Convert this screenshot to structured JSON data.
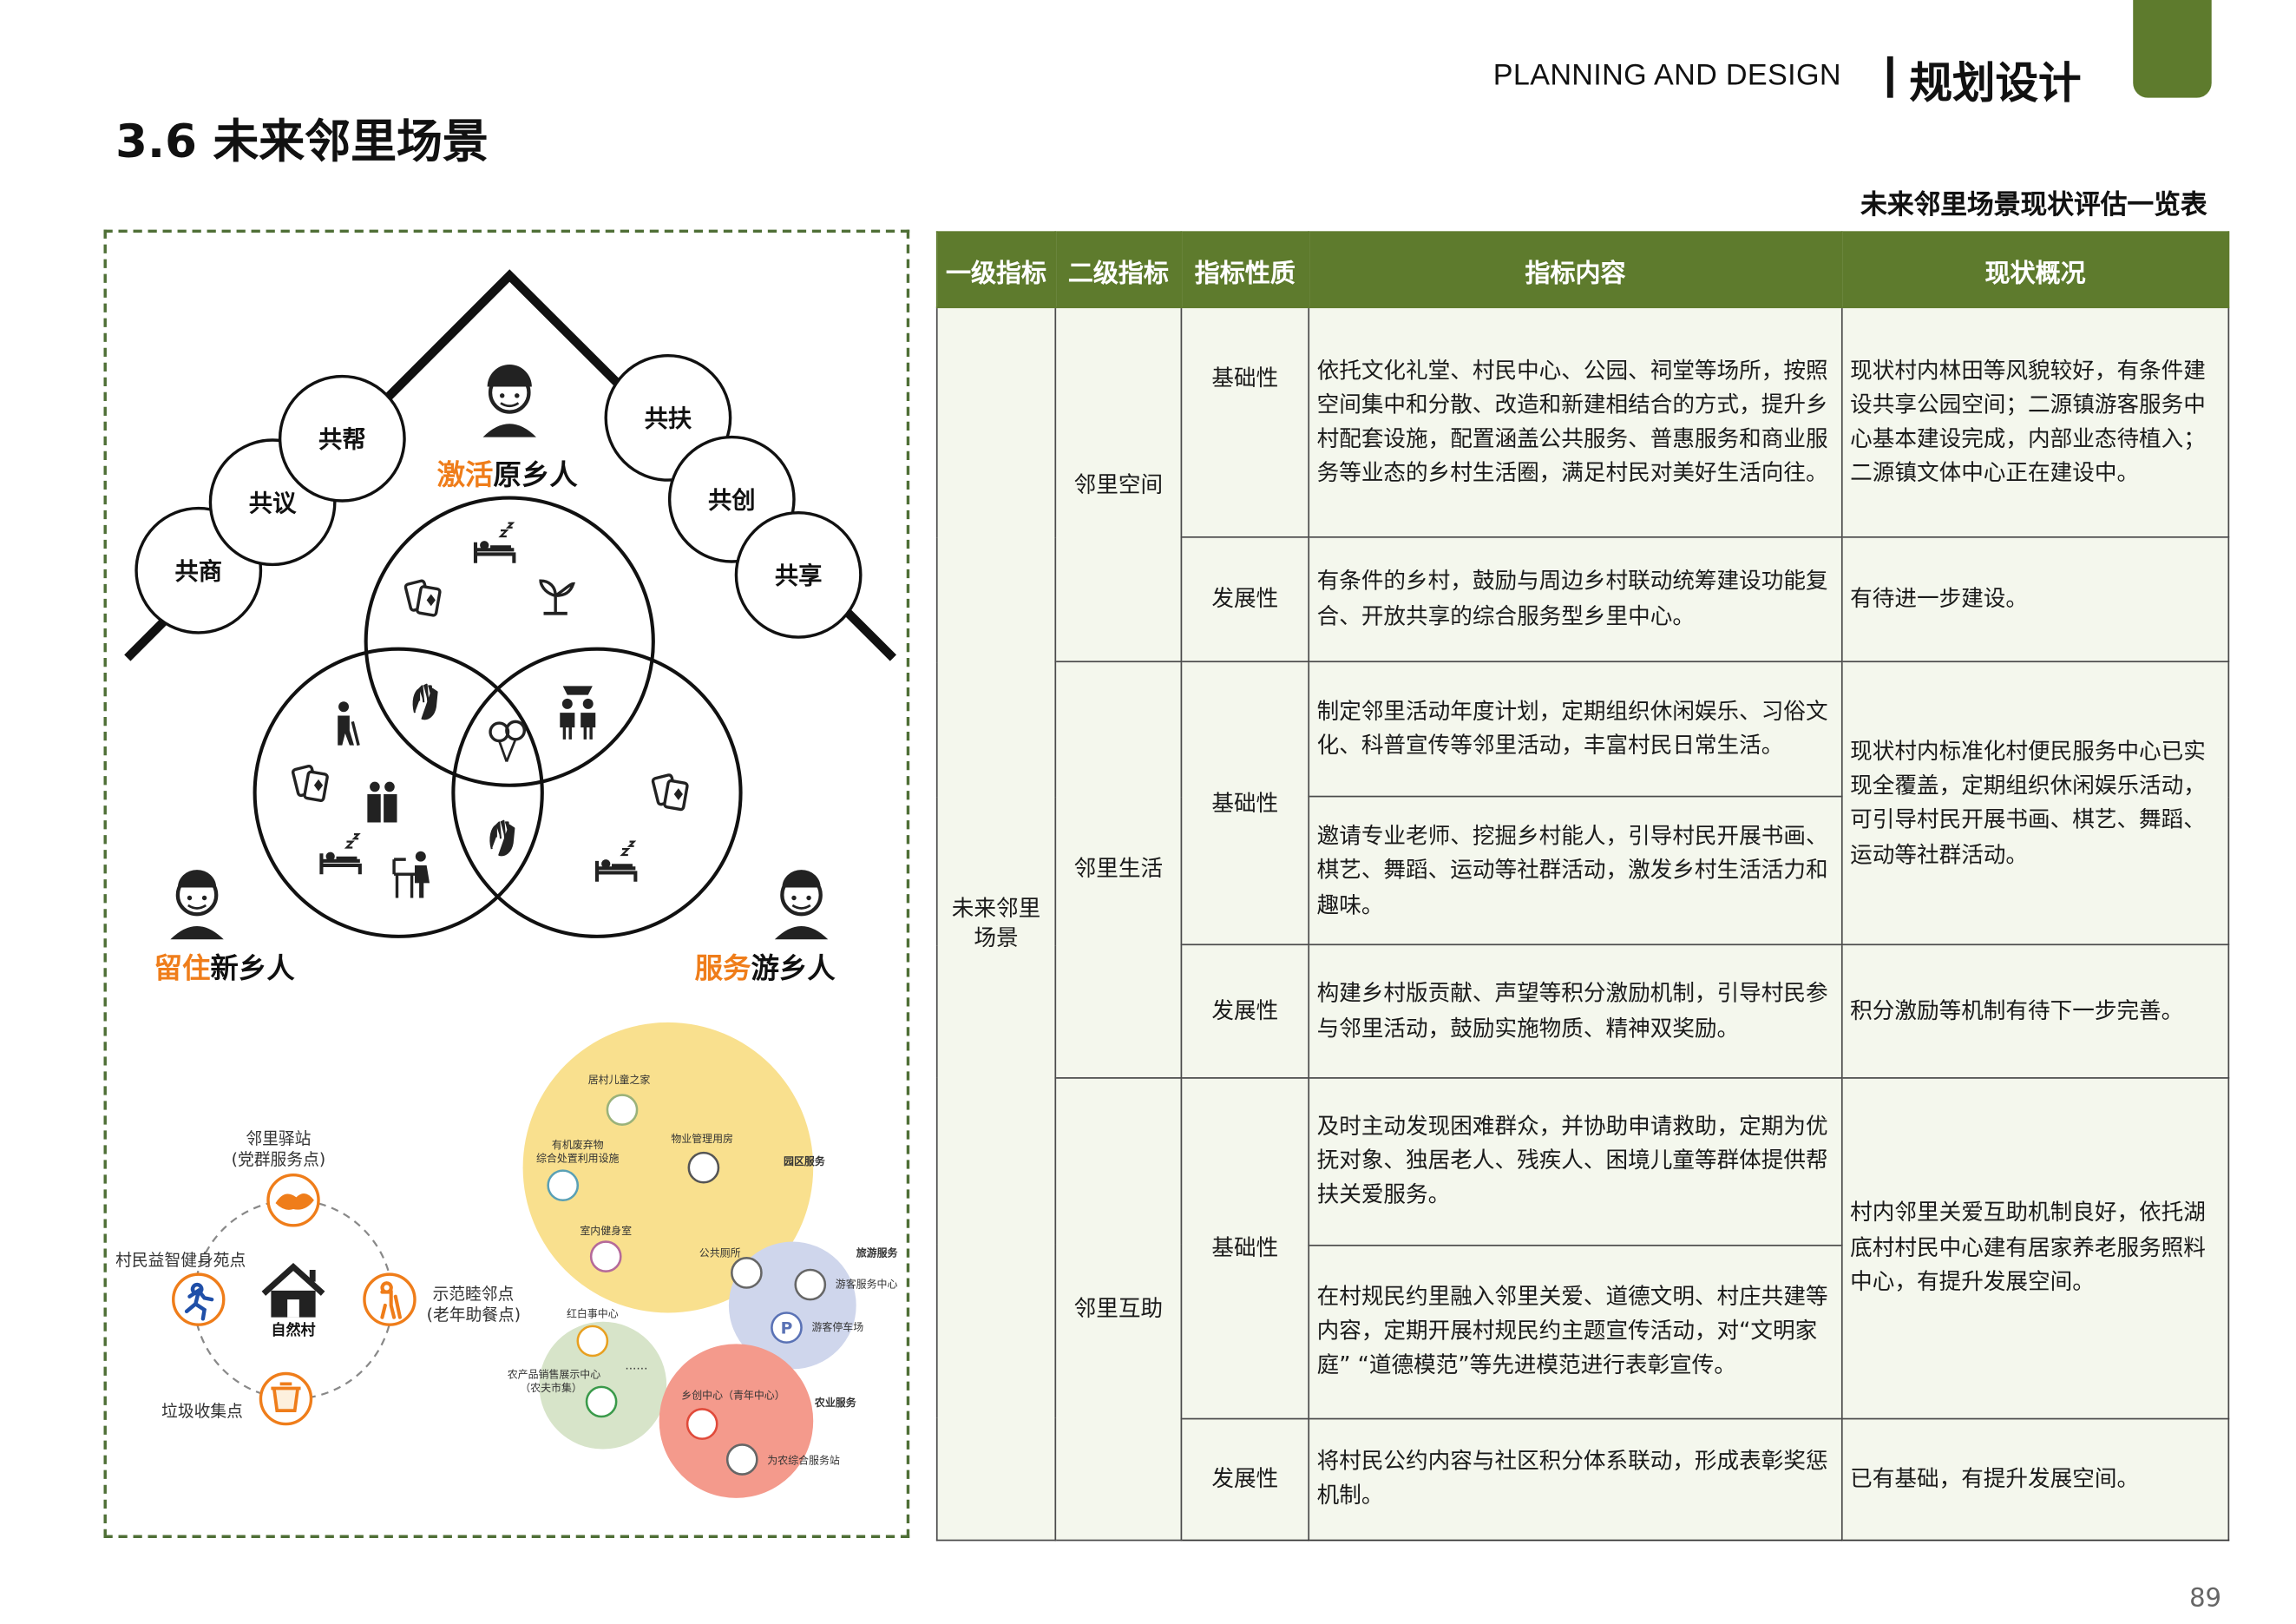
{
  "header": {
    "english": "PLANNING AND DESIGN",
    "chinese": "规划设计"
  },
  "section_title": "3.6 未来邻里场景",
  "table_title": "未来邻里场景现状评估一览表",
  "page_number": "89",
  "colors": {
    "brand_green": "#5e7b2d",
    "table_bg": "#f4f7ed",
    "orange": "#ef7d1a",
    "yellow_circle": "#f9e08e",
    "green_circle": "#d7e4c9",
    "blue_circle": "#cfd6ec",
    "red_circle": "#f49a8c"
  },
  "diagram": {
    "house_words": [
      "共商",
      "共议",
      "共帮",
      "共扶",
      "共创",
      "共享"
    ],
    "groups": [
      {
        "highlight": "激活",
        "rest": "原乡人"
      },
      {
        "highlight": "留住",
        "rest": "新乡人"
      },
      {
        "highlight": "服务",
        "rest": "游乡人"
      }
    ],
    "ring": {
      "center": "自然村",
      "nodes": [
        "邻里驿站",
        "(党群服务点)",
        "村民益智健身苑点",
        "示范睦邻点",
        "(老年助餐点)",
        "垃圾收集点"
      ]
    },
    "bubbles": {
      "items": [
        "居村儿童之家",
        "有机废弃物",
        "综合处置利用设施",
        "物业管理用房",
        "园区服务",
        "室内健身室",
        "公共厕所",
        "旅游服务",
        "游客服务中心",
        "游客停车场",
        "红白事中心",
        "......",
        "农产品销售展示中心",
        "（农夫市集）",
        "乡创中心（青年中心）",
        "农业服务",
        "为农综合服务站"
      ]
    }
  },
  "table": {
    "headers": [
      "一级指标",
      "二级指标",
      "指标性质",
      "指标内容",
      "现状概况"
    ],
    "level1": "未来邻里场景",
    "groups": [
      {
        "level2": "邻里空间",
        "rows": [
          {
            "nature": "基础性",
            "content": "依托文化礼堂、村民中心、公园、祠堂等场所，按照空间集中和分散、改造和新建相结合的方式，提升乡村配套设施，配置涵盖公共服务、普惠服务和商业服务等业态的乡村生活圈，满足村民对美好生活向往。",
            "status": "现状村内林田等风貌较好，有条件建设共享公园空间；二源镇游客服务中心基本建设完成，内部业态待植入；二源镇文体中心正在建设中。"
          },
          {
            "nature": "发展性",
            "content": "有条件的乡村，鼓励与周边乡村联动统筹建设功能复合、开放共享的综合服务型乡里中心。",
            "status": "有待进一步建设。"
          }
        ]
      },
      {
        "level2": "邻里生活",
        "rows": [
          {
            "nature": "基础性",
            "content_items": [
              "制定邻里活动年度计划，定期组织休闲娱乐、习俗文化、科普宣传等邻里活动，丰富村民日常生活。",
              "邀请专业老师、挖掘乡村能人，引导村民开展书画、棋艺、舞蹈、运动等社群活动，激发乡村生活活力和趣味。"
            ],
            "status": "现状村内标准化村便民服务中心已实现全覆盖，定期组织休闲娱乐活动，可引导村民开展书画、棋艺、舞蹈、运动等社群活动。"
          },
          {
            "nature": "发展性",
            "content": "构建乡村版贡献、声望等积分激励机制，引导村民参与邻里活动，鼓励实施物质、精神双奖励。",
            "status": "积分激励等机制有待下一步完善。"
          }
        ]
      },
      {
        "level2": "邻里互助",
        "rows": [
          {
            "nature": "基础性",
            "content_items": [
              "及时主动发现困难群众，并协助申请救助，定期为优抚对象、独居老人、残疾人、困境儿童等群体提供帮扶关爱服务。",
              "在村规民约里融入邻里关爱、道德文明、村庄共建等内容，定期开展村规民约主题宣传活动，对“文明家庭” “道德模范”等先进模范进行表彰宣传。"
            ],
            "status": "村内邻里关爱互助机制良好，依托湖底村村民中心建有居家养老服务照料中心，有提升发展空间。"
          },
          {
            "nature": "发展性",
            "content": "将村民公约内容与社区积分体系联动，形成表彰奖惩机制。",
            "status": "已有基础，有提升发展空间。"
          }
        ]
      }
    ]
  }
}
